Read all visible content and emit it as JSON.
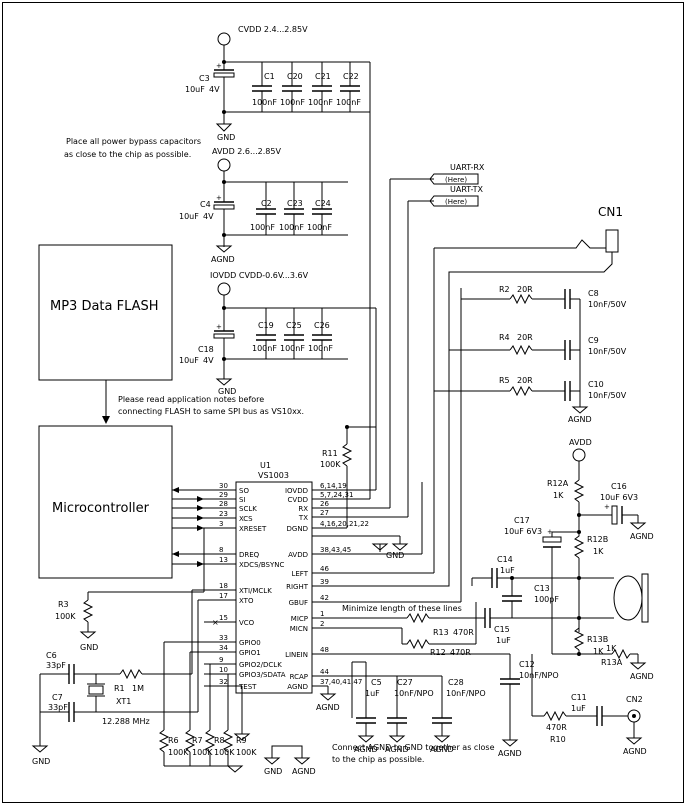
{
  "rails": {
    "cvdd": "CVDD 2.4...2.85V",
    "avdd": "AVDD 2.6...2.85V",
    "iovdd": "IOVDD CVDD-0.6V...3.6V",
    "avdd_right": "AVDD"
  },
  "grounds": {
    "gnd": "GND",
    "agnd": "AGND"
  },
  "notes": {
    "bypass_1": "Place all power bypass capacitors",
    "bypass_2": "as close to the chip as possible.",
    "flash_1": "Please read application notes before",
    "flash_2": "connecting FLASH to same SPI bus as VS10xx.",
    "minimize": "Minimize length of these lines",
    "agnd_1": "Connect AGND to GND together as close",
    "agnd_2": "to the chip as possible."
  },
  "blocks": {
    "flash": "MP3 Data FLASH",
    "mcu": "Microcontroller"
  },
  "uart": {
    "rx": "UART-RX",
    "tx": "UART-TX",
    "here": "(Here)"
  },
  "connectors": {
    "cn1": "CN1",
    "cn2": "CN2"
  },
  "chip": {
    "ref": "U1",
    "part": "VS1003",
    "left_pins": [
      {
        "num": "30",
        "name": "SO"
      },
      {
        "num": "29",
        "name": "SI"
      },
      {
        "num": "28",
        "name": "SCLK"
      },
      {
        "num": "23",
        "name": "XCS"
      },
      {
        "num": "3",
        "name": "XRESET"
      },
      {
        "num": "8",
        "name": "DREQ"
      },
      {
        "num": "13",
        "name": "XDCS/BSYNC"
      },
      {
        "num": "18",
        "name": "XTI/MCLK"
      },
      {
        "num": "17",
        "name": "XTO"
      },
      {
        "num": "15",
        "name": "VCO"
      },
      {
        "num": "33",
        "name": "GPIO0"
      },
      {
        "num": "34",
        "name": "GPIO1"
      },
      {
        "num": "9",
        "name": "GPIO2/DCLK"
      },
      {
        "num": "10",
        "name": "GPIO3/SDATA"
      },
      {
        "num": "32",
        "name": "TEST"
      }
    ],
    "right_pins": [
      {
        "num": "6,14,19",
        "name": "IOVDD"
      },
      {
        "num": "5,7,24,31",
        "name": "CVDD"
      },
      {
        "num": "26",
        "name": "RX"
      },
      {
        "num": "27",
        "name": "TX"
      },
      {
        "num": "4,16,20,21,22",
        "name": "DGND"
      },
      {
        "num": "38,43,45",
        "name": "AVDD"
      },
      {
        "num": "46",
        "name": "LEFT"
      },
      {
        "num": "39",
        "name": "RIGHT"
      },
      {
        "num": "42",
        "name": "GBUF"
      },
      {
        "num": "1",
        "name": "MICP"
      },
      {
        "num": "2",
        "name": "MICN"
      },
      {
        "num": "48",
        "name": "LINEIN"
      },
      {
        "num": "44",
        "name": "RCAP"
      },
      {
        "num": "37,40,41,47",
        "name": "AGND"
      }
    ]
  },
  "caps": {
    "c3": {
      "ref": "C3",
      "val1": "10uF",
      "val2": "4V"
    },
    "c1": {
      "ref": "C1",
      "val": "100nF"
    },
    "c20": {
      "ref": "C20",
      "val": "100nF"
    },
    "c21": {
      "ref": "C21",
      "val": "100nF"
    },
    "c22": {
      "ref": "C22",
      "val": "100nF"
    },
    "c4": {
      "ref": "C4",
      "val1": "10uF",
      "val2": "4V"
    },
    "c2": {
      "ref": "C2",
      "val": "100nF"
    },
    "c23": {
      "ref": "C23",
      "val": "100nF"
    },
    "c24": {
      "ref": "C24",
      "val": "100nF"
    },
    "c18": {
      "ref": "C18",
      "val1": "10uF",
      "val2": "4V"
    },
    "c19": {
      "ref": "C19",
      "val": "100nF"
    },
    "c25": {
      "ref": "C25",
      "val": "100nF"
    },
    "c26": {
      "ref": "C26",
      "val": "100nF"
    },
    "c8": {
      "ref": "C8",
      "val": "10nF/50V"
    },
    "c9": {
      "ref": "C9",
      "val": "10nF/50V"
    },
    "c10": {
      "ref": "C10",
      "val": "10nF/50V"
    },
    "c16": {
      "ref": "C16",
      "val": "10uF 6V3"
    },
    "c17": {
      "ref": "C17",
      "val": "10uF 6V3"
    },
    "c14": {
      "ref": "C14",
      "val": "1uF"
    },
    "c13": {
      "ref": "C13",
      "val": "100pF"
    },
    "c15": {
      "ref": "C15",
      "val": "1uF"
    },
    "c12": {
      "ref": "C12",
      "val": "10nF/NPO"
    },
    "c11": {
      "ref": "C11",
      "val": "1uF"
    },
    "c5": {
      "ref": "C5",
      "val": "1uF"
    },
    "c27": {
      "ref": "C27",
      "val": "10nF/NPO"
    },
    "c28": {
      "ref": "C28",
      "val": "10nF/NPO"
    },
    "c6": {
      "ref": "C6",
      "val": "33pF"
    },
    "c7": {
      "ref": "C7",
      "val": "33pF"
    }
  },
  "resistors": {
    "r2": {
      "ref": "R2",
      "val": "20R"
    },
    "r4": {
      "ref": "R4",
      "val": "20R"
    },
    "r5": {
      "ref": "R5",
      "val": "20R"
    },
    "r11": {
      "ref": "R11",
      "val": "100K"
    },
    "r3": {
      "ref": "R3",
      "val": "100K"
    },
    "r1": {
      "ref": "R1",
      "val": "1M"
    },
    "r12a": {
      "ref": "R12A",
      "val": "1K"
    },
    "r12b": {
      "ref": "R12B",
      "val": "1K"
    },
    "r13b": {
      "ref": "R13B",
      "val": "1K"
    },
    "r13a": {
      "ref": "R13A",
      "val": "1K"
    },
    "r13": {
      "ref": "R13",
      "val": "470R"
    },
    "r12": {
      "ref": "R12",
      "val": "470R"
    },
    "r10": {
      "ref": "R10",
      "val": "470R"
    },
    "r6": {
      "ref": "R6",
      "val": "100K"
    },
    "r7": {
      "ref": "R7",
      "val": "100K"
    },
    "r8": {
      "ref": "R8",
      "val": "100K"
    },
    "r9": {
      "ref": "R9",
      "val": "100K"
    }
  },
  "crystal": {
    "ref": "XT1",
    "val": "12.288 MHz"
  }
}
